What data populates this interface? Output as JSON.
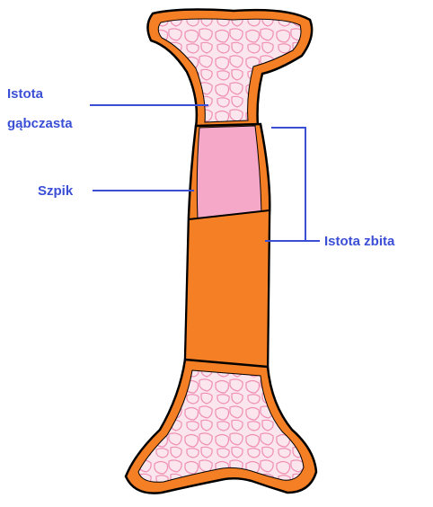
{
  "labels": {
    "spongy_line1": "Istota",
    "spongy_line2": "gąbczasta",
    "marrow": "Szpik",
    "compact": "Istota zbita"
  },
  "colors": {
    "label_text": "#3b4fd6",
    "leader_lines": "#3b4fd6",
    "bone_outline": "#000000",
    "compact_bone": "#f47f24",
    "spongy_bone": "#fbe6ee",
    "trabeculae": "#f08fb2",
    "marrow": "#f6a8c8"
  }
}
